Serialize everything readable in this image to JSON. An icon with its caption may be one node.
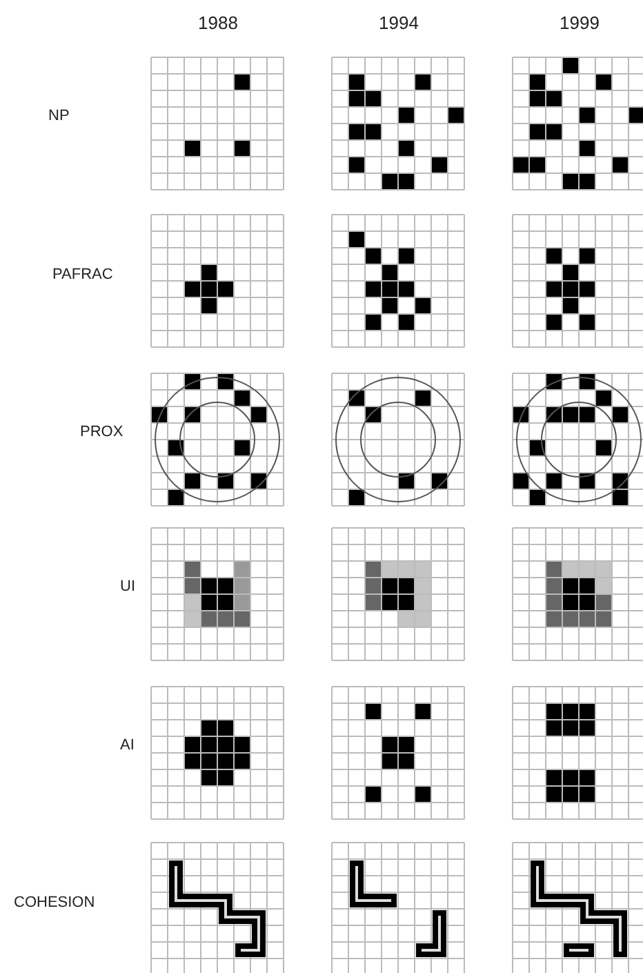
{
  "diagram": {
    "labels": [
      "1988",
      "1994",
      "1999",
      "NP",
      "PAFRAC",
      "PROX",
      "UI",
      "AI",
      "COHESION"
    ]
  }
}
